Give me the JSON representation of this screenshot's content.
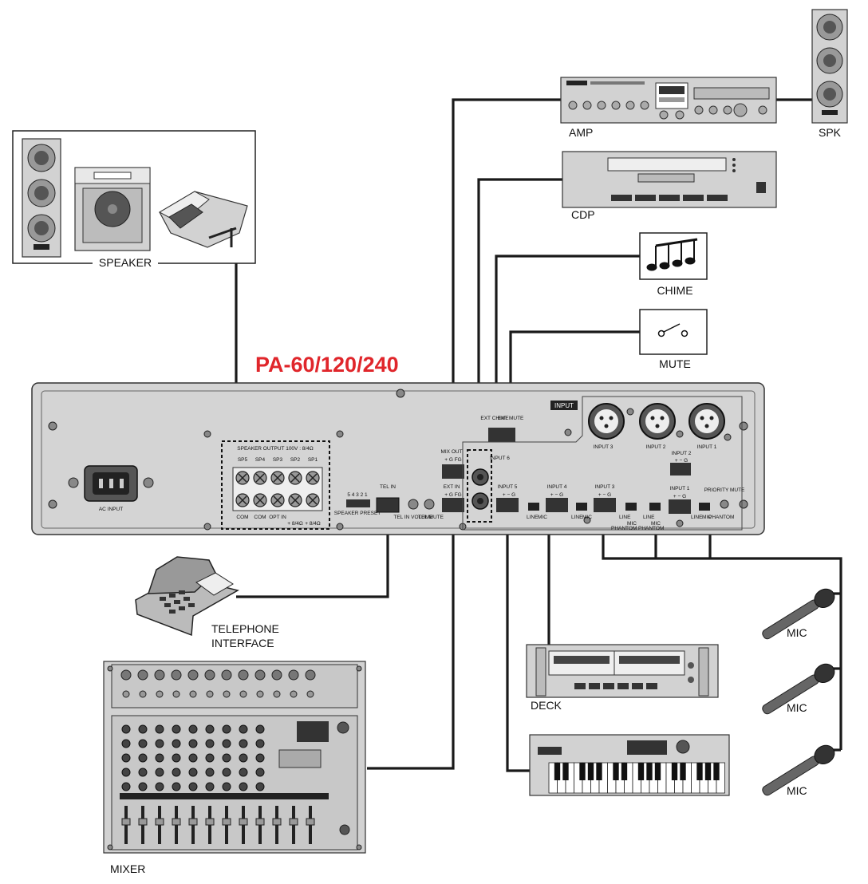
{
  "title": "PA-60/120/240",
  "devices": {
    "speaker": "SPEAKER",
    "amp": "AMP",
    "spk": "SPK",
    "cdp": "CDP",
    "chime": "CHIME",
    "mute": "MUTE",
    "telephone_line1": "TELEPHONE",
    "telephone_line2": "INTERFACE",
    "mixer": "MIXER",
    "deck": "DECK",
    "mic1": "MIC",
    "mic2": "MIC",
    "mic3": "MIC"
  },
  "panel": {
    "ac_input": "AC INPUT",
    "speaker_output": "SPEAKER OUTPUT 100V : 8/4Ω",
    "sp_labels": [
      "SP5",
      "SP4",
      "SP3",
      "SP2",
      "SP1"
    ],
    "terminal_bottom": [
      "COM",
      "COM",
      "OPT IN",
      "+ 8/4Ω",
      "+ 8/4Ω"
    ],
    "speaker_preset": "SPEAKER PRESET",
    "preset_nums": "5 4 3 2 1",
    "tel_in": "TEL IN",
    "tel_in_volume": "TEL IN VOLUME",
    "tel_mute": "TEL MUTE",
    "mix_out": "MIX OUT",
    "ext_in": "EXT IN",
    "input6": "INPUT 6",
    "ext_chime": "EXT CHIME",
    "ext_mute": "EXT MUTE",
    "input_badge": "INPUT",
    "xlr_labels": [
      "INPUT 3",
      "INPUT 2",
      "INPUT 1"
    ],
    "inputs": [
      "INPUT 5",
      "INPUT 4",
      "INPUT 3",
      "INPUT 2",
      "INPUT 1"
    ],
    "line": "LINE",
    "mic": "MIC",
    "phantom": "PHANTOM",
    "priority_mute": "PRIORITY MUTE",
    "plus_minus_g": "+ − G",
    "plus_g_fg": "+ G FG"
  }
}
